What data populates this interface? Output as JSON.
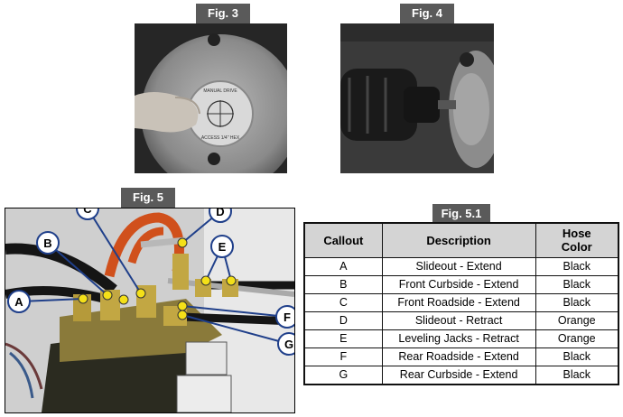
{
  "fig3": {
    "label": "Fig. 3",
    "plate_top": "MANUAL DRIVE",
    "plate_bottom": "ACCESS 1/4\" HEX"
  },
  "fig4": {
    "label": "Fig. 4"
  },
  "fig5": {
    "label": "Fig. 5",
    "callouts": [
      "A",
      "B",
      "C",
      "D",
      "E",
      "F",
      "G"
    ]
  },
  "fig51": {
    "label": "Fig. 5.1",
    "headers": {
      "callout": "Callout",
      "description": "Description",
      "hose_color_line1": "Hose",
      "hose_color_line2": "Color"
    },
    "rows": [
      {
        "callout": "A",
        "description": "Slideout - Extend",
        "color": "Black"
      },
      {
        "callout": "B",
        "description": "Front Curbside - Extend",
        "color": "Black"
      },
      {
        "callout": "C",
        "description": "Front Roadside - Extend",
        "color": "Black"
      },
      {
        "callout": "D",
        "description": "Slideout - Retract",
        "color": "Orange"
      },
      {
        "callout": "E",
        "description": "Leveling Jacks - Retract",
        "color": "Orange"
      },
      {
        "callout": "F",
        "description": "Rear Roadside - Extend",
        "color": "Black"
      },
      {
        "callout": "G",
        "description": "Rear Curbside - Extend",
        "color": "Black"
      }
    ]
  }
}
